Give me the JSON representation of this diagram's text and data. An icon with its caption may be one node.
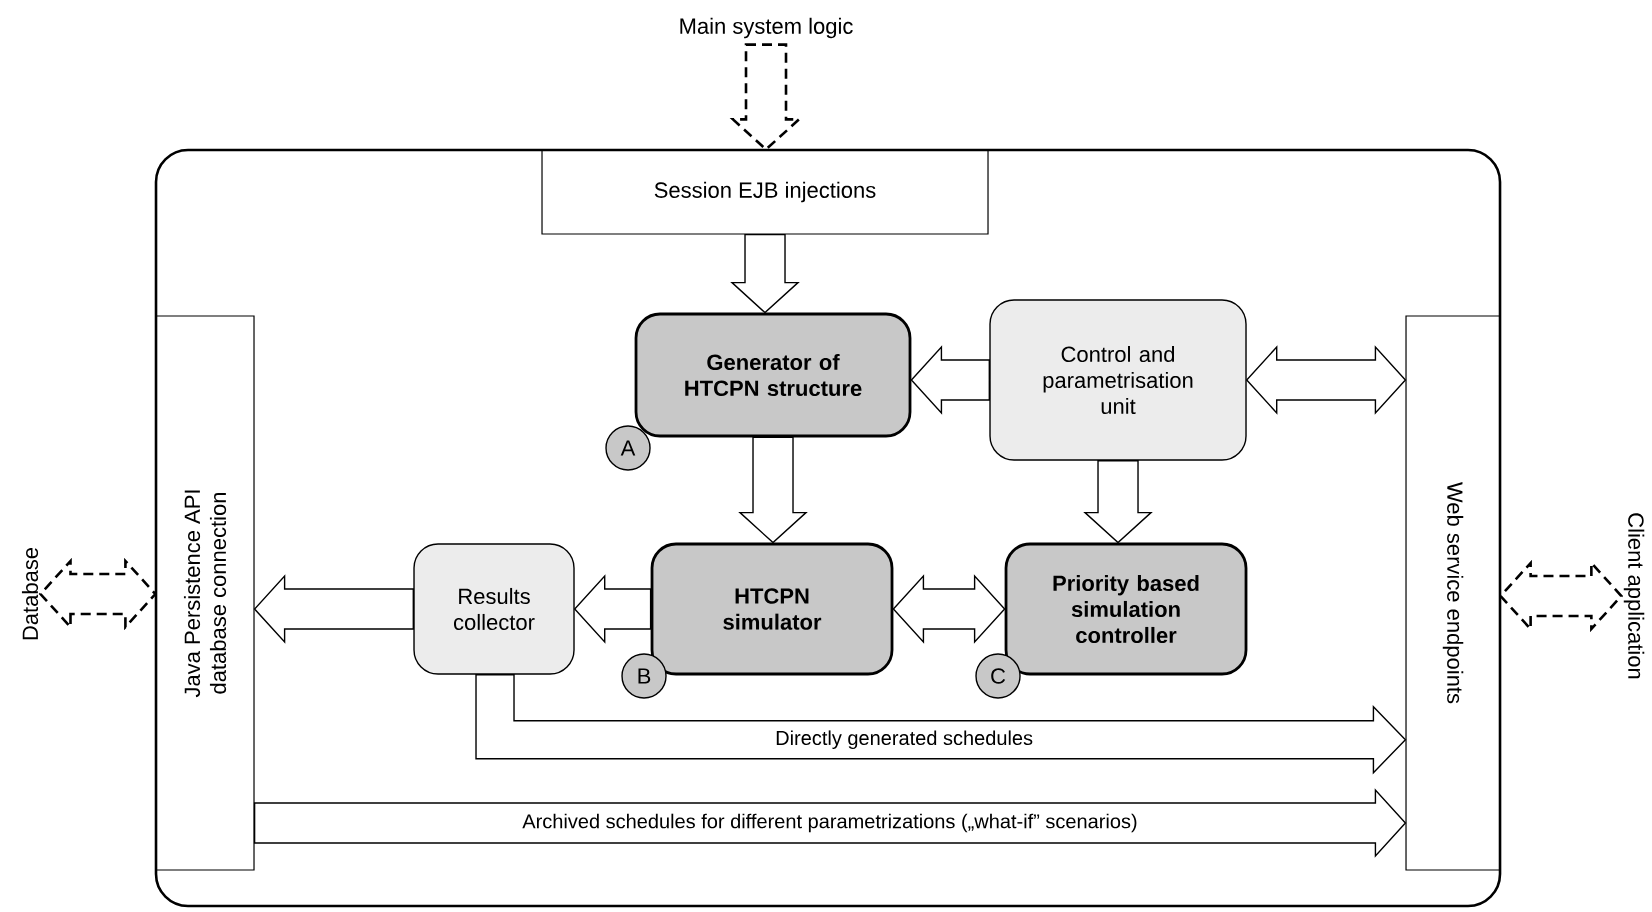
{
  "diagram": {
    "nodes": [
      {
        "text": [],
        "shape": "box"
      },
      {
        "text": [
          "Main system logic"
        ]
      },
      {
        "text": [
          "Session EJB injections"
        ],
        "in": 0
      },
      {
        "text": [
          "Java Persistence API database connection"
        ],
        "in": 0
      },
      {
        "text": [
          "Generator of HTCPN structure"
        ],
        "in": 0
      },
      {
        "text": [
          "Control and parametrisation unit"
        ],
        "in": 0
      },
      {
        "text": [
          "Web service endpoints"
        ],
        "in": 0
      },
      {
        "text": [
          "Results collector"
        ],
        "in": 0
      },
      {
        "text": [
          "HTCPN simulator"
        ],
        "in": 0
      },
      {
        "text": [
          "Priority based simulation controller"
        ],
        "in": 0
      },
      {
        "text": [
          "A"
        ],
        "in": 0
      },
      {
        "text": [
          "B"
        ],
        "in": 0
      },
      {
        "text": [
          "C"
        ],
        "in": 0
      },
      {
        "text": [
          "Database"
        ]
      },
      {
        "text": [
          "Client application"
        ]
      }
    ],
    "edges": [
      {
        "from": 1,
        "to": 2,
        "arrow": "to",
        "style": "dashed"
      },
      {
        "from": 2,
        "to": 4,
        "arrow": "to"
      },
      {
        "from": 5,
        "to": 4,
        "arrow": "to"
      },
      {
        "from": 5,
        "to": 6,
        "arrow": "both"
      },
      {
        "from": 5,
        "to": 9,
        "arrow": "to"
      },
      {
        "from": 4,
        "to": 8,
        "arrow": "to"
      },
      {
        "from": 8,
        "to": 7,
        "arrow": "to"
      },
      {
        "from": 7,
        "to": 3,
        "arrow": "to"
      },
      {
        "from": 8,
        "to": 9,
        "arrow": "both"
      },
      {
        "from": 7,
        "to": 6,
        "arrow": "to",
        "label": "Directly generated schedules"
      },
      {
        "from": 3,
        "to": 6,
        "arrow": "to",
        "label": "Archived schedules for different parametrizations („what-if” scenarios)"
      },
      {
        "from": 13,
        "to": 3,
        "arrow": "both",
        "style": "dashed"
      },
      {
        "from": 14,
        "to": 6,
        "arrow": "both",
        "style": "dashed"
      }
    ]
  }
}
